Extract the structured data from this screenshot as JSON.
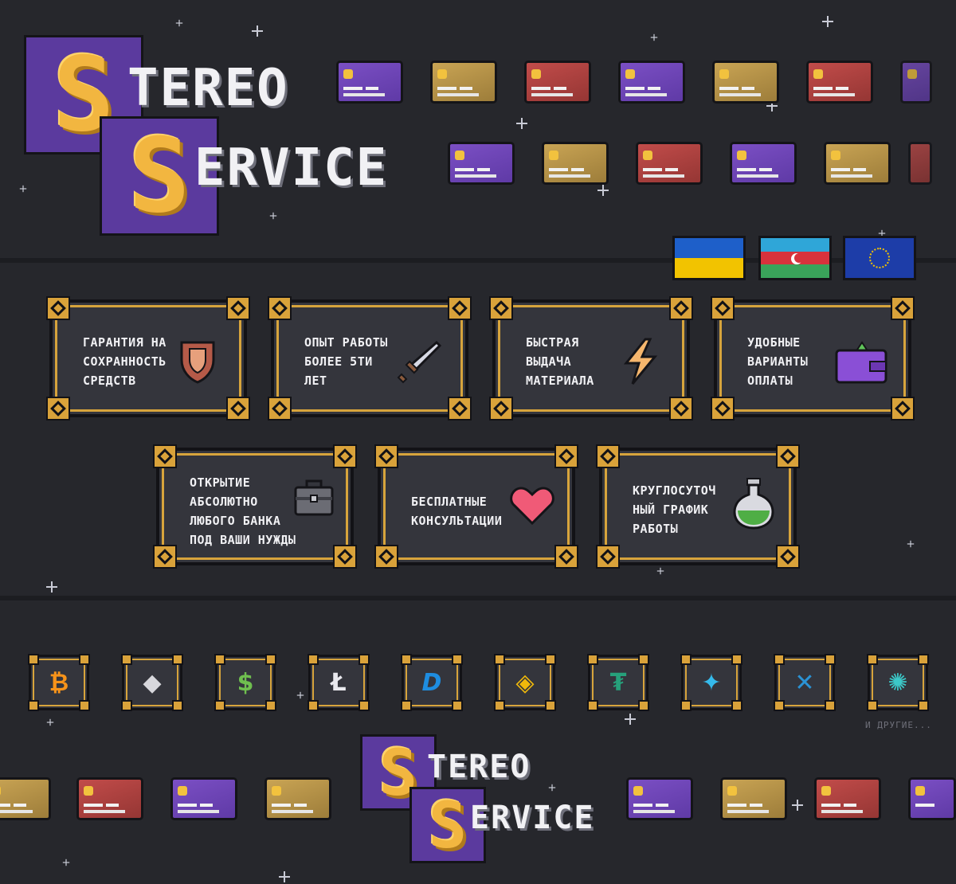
{
  "logo": {
    "letter": "S",
    "word1": "TEREO",
    "word2": "ERVICE"
  },
  "features": [
    {
      "text": "Гарантия на\nсохранность\nсредств",
      "icon": "shield-icon"
    },
    {
      "text": "Опыт работы\nболее 5ти\nлет",
      "icon": "sword-icon"
    },
    {
      "text": "Быстрая\nвыдача\nматериала",
      "icon": "lightning-icon"
    },
    {
      "text": "Удобные\nварианты\nоплаты",
      "icon": "wallet-icon"
    },
    {
      "text": "Открытие\nабсолютно\nлюбого банка\nпод ваши нужды",
      "icon": "briefcase-icon"
    },
    {
      "text": "Бесплатные\nконсультации",
      "icon": "heart-icon"
    },
    {
      "text": "Круглосуточ\nный график\nработы",
      "icon": "potion-icon"
    }
  ],
  "crypto": [
    {
      "name": "bitcoin",
      "glyph": "₿",
      "color": "#f7931a"
    },
    {
      "name": "ethereum",
      "glyph": "◆",
      "color": "#d7d7dc"
    },
    {
      "name": "usd",
      "glyph": "$",
      "color": "#6fbf4f"
    },
    {
      "name": "litecoin",
      "glyph": "Ł",
      "color": "#e9e9ee"
    },
    {
      "name": "dash",
      "glyph": "D",
      "color": "#1e8de0"
    },
    {
      "name": "binance",
      "glyph": "◈",
      "color": "#f0b90b"
    },
    {
      "name": "tether",
      "glyph": "₮",
      "color": "#26a17b"
    },
    {
      "name": "bitshares",
      "glyph": "✦",
      "color": "#35baeb"
    },
    {
      "name": "ripple",
      "glyph": "✕",
      "color": "#2a93d5"
    },
    {
      "name": "cardano",
      "glyph": "✺",
      "color": "#3cc8c8"
    }
  ],
  "others_label": "И ДРУГИЕ...",
  "colors": {
    "background": "#26272c",
    "accent_gold": "#d7a43c",
    "logo_purple": "#5b3a9e",
    "logo_gold": "#f2b640"
  }
}
